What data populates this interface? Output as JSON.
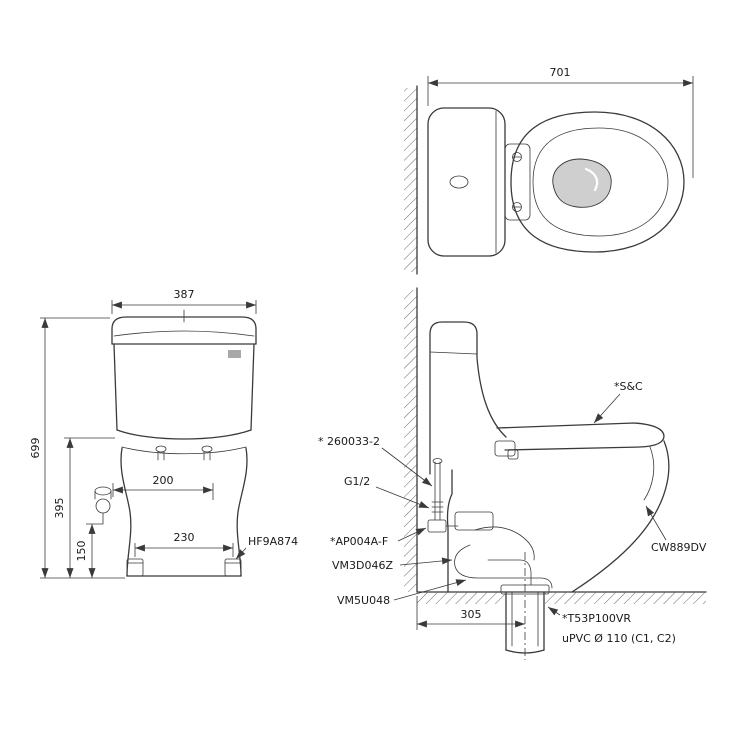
{
  "drawing": {
    "product": "CW889DV",
    "colors": {
      "line": "#3a3a3a",
      "text": "#1a1a1a",
      "background": "#ffffff"
    },
    "top_view": {
      "dim_701": "701"
    },
    "front_view": {
      "dim_387": "387",
      "dim_699": "699",
      "dim_395": "395",
      "dim_150": "150",
      "dim_200": "200",
      "dim_230": "230",
      "part_hf9a874": "HF9A874"
    },
    "side_view": {
      "part_sc": "*S&C",
      "part_260033": "* 260033-2",
      "part_g12": "G1/2",
      "part_ap004af": "*AP004A-F",
      "part_vm3d046z": "VM3D046Z",
      "part_vm5u048": "VM5U048",
      "part_cw889dv": "CW889DV",
      "part_t53p100vr": "*T53P100VR",
      "part_upvc": "uPVC  Ø 110 (C1, C2)",
      "dim_305": "305"
    }
  }
}
